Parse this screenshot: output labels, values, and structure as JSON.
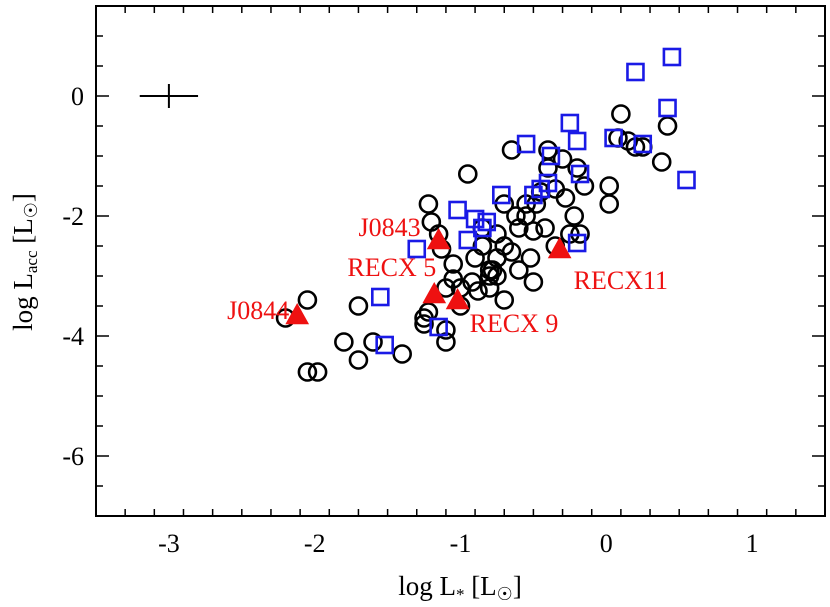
{
  "chart_data": {
    "type": "scatter",
    "title": "",
    "xlabel": {
      "main": "log L",
      "sub": "*",
      "unit": "[L",
      "sun": "☉",
      "close": "]"
    },
    "ylabel": {
      "main": "log L",
      "sub": "acc",
      "unit": "[L",
      "sun": "☉",
      "close": "]"
    },
    "xlim": [
      -3.5,
      1.5
    ],
    "ylim": [
      -7.0,
      1.5
    ],
    "xticks": [
      -3,
      -2,
      -1,
      0,
      1
    ],
    "xtick_labels": [
      "-3",
      "-2",
      "-1",
      "0",
      "1"
    ],
    "yticks": [
      0,
      -2,
      -4,
      -6
    ],
    "ytick_labels": [
      "0",
      "-2",
      "-4",
      "-6"
    ],
    "x_minor_step": 0.2,
    "y_minor_step": 0.5,
    "grid": false,
    "colors": {
      "circles": "#000000",
      "squares": "#1a1ae6",
      "triangles": "#ee1111",
      "errorbar": "#000000"
    },
    "error_bar": {
      "x": -3.0,
      "y": 0.0,
      "dx": 0.2,
      "dy": 0.2
    },
    "series": [
      {
        "marker": "circle",
        "points": [
          [
            -2.2,
            -3.7
          ],
          [
            -2.05,
            -3.4
          ],
          [
            -2.05,
            -4.6
          ],
          [
            -1.98,
            -4.6
          ],
          [
            -1.8,
            -4.1
          ],
          [
            -1.7,
            -4.4
          ],
          [
            -1.7,
            -3.5
          ],
          [
            -1.6,
            -4.1
          ],
          [
            -1.4,
            -4.3
          ],
          [
            -1.25,
            -3.8
          ],
          [
            -1.25,
            -3.7
          ],
          [
            -1.22,
            -3.6
          ],
          [
            -1.22,
            -1.8
          ],
          [
            -1.2,
            -2.1
          ],
          [
            -1.15,
            -2.3
          ],
          [
            -1.13,
            -2.55
          ],
          [
            -1.1,
            -3.2
          ],
          [
            -1.1,
            -3.9
          ],
          [
            -1.1,
            -4.1
          ],
          [
            -1.05,
            -2.8
          ],
          [
            -1.05,
            -3.05
          ],
          [
            -1.0,
            -3.2
          ],
          [
            -1.0,
            -3.5
          ],
          [
            -0.95,
            -1.3
          ],
          [
            -0.92,
            -3.1
          ],
          [
            -0.9,
            -2.7
          ],
          [
            -0.88,
            -3.25
          ],
          [
            -0.85,
            -2.2
          ],
          [
            -0.85,
            -2.5
          ],
          [
            -0.8,
            -2.9
          ],
          [
            -0.8,
            -3.0
          ],
          [
            -0.8,
            -3.2
          ],
          [
            -0.78,
            -2.9
          ],
          [
            -0.75,
            -2.3
          ],
          [
            -0.75,
            -2.7
          ],
          [
            -0.75,
            -3.0
          ],
          [
            -0.7,
            -1.8
          ],
          [
            -0.7,
            -2.5
          ],
          [
            -0.7,
            -3.4
          ],
          [
            -0.65,
            -0.9
          ],
          [
            -0.62,
            -2.0
          ],
          [
            -0.6,
            -2.2
          ],
          [
            -0.6,
            -2.9
          ],
          [
            -0.55,
            -1.8
          ],
          [
            -0.55,
            -2.0
          ],
          [
            -0.52,
            -2.7
          ],
          [
            -0.5,
            -3.1
          ],
          [
            -0.5,
            -2.25
          ],
          [
            -0.48,
            -1.8
          ],
          [
            -0.45,
            -1.6
          ],
          [
            -0.42,
            -2.2
          ],
          [
            -0.4,
            -0.9
          ],
          [
            -0.4,
            -1.2
          ],
          [
            -0.35,
            -1.55
          ],
          [
            -0.3,
            -1.05
          ],
          [
            -0.28,
            -1.7
          ],
          [
            -0.25,
            -2.3
          ],
          [
            -0.22,
            -2.0
          ],
          [
            -0.2,
            -1.2
          ],
          [
            -0.18,
            -2.3
          ],
          [
            -0.15,
            -1.5
          ],
          [
            0.02,
            -1.5
          ],
          [
            0.02,
            -1.8
          ],
          [
            0.08,
            -0.7
          ],
          [
            0.1,
            -0.3
          ],
          [
            0.15,
            -0.75
          ],
          [
            0.2,
            -0.85
          ],
          [
            0.25,
            -0.85
          ],
          [
            0.38,
            -1.1
          ],
          [
            0.42,
            -0.5
          ],
          [
            -0.35,
            -2.5
          ],
          [
            -0.65,
            -2.6
          ]
        ]
      },
      {
        "marker": "square",
        "points": [
          [
            -1.55,
            -3.35
          ],
          [
            -1.52,
            -4.15
          ],
          [
            -1.3,
            -2.55
          ],
          [
            -1.15,
            -3.85
          ],
          [
            -1.02,
            -1.9
          ],
          [
            -0.95,
            -2.4
          ],
          [
            -0.9,
            -2.05
          ],
          [
            -0.85,
            -2.2
          ],
          [
            -0.82,
            -2.1
          ],
          [
            -0.72,
            -1.65
          ],
          [
            -0.55,
            -0.8
          ],
          [
            -0.5,
            -1.65
          ],
          [
            -0.45,
            -1.55
          ],
          [
            -0.4,
            -1.45
          ],
          [
            -0.38,
            -1.0
          ],
          [
            -0.25,
            -0.45
          ],
          [
            -0.18,
            -1.3
          ],
          [
            -0.2,
            -0.75
          ],
          [
            -0.2,
            -2.45
          ],
          [
            0.05,
            -0.7
          ],
          [
            0.2,
            0.4
          ],
          [
            0.25,
            -0.8
          ],
          [
            0.42,
            -0.2
          ],
          [
            0.45,
            0.65
          ],
          [
            0.55,
            -1.4
          ]
        ]
      },
      {
        "marker": "triangle",
        "points": [
          [
            -2.12,
            -3.65
          ],
          [
            -1.15,
            -2.4
          ],
          [
            -1.18,
            -3.3
          ],
          [
            -1.02,
            -3.4
          ],
          [
            -0.32,
            -2.55
          ]
        ]
      }
    ],
    "annotations": [
      {
        "text": "J0844",
        "x": -2.12,
        "y": -3.65,
        "anchor": "end",
        "dx": -8,
        "dy": 4
      },
      {
        "text": "J0843",
        "x": -1.15,
        "y": -2.4,
        "anchor": "end",
        "dx": -18,
        "dy": -4
      },
      {
        "text": "RECX 5",
        "x": -1.18,
        "y": -3.3,
        "anchor": "end",
        "dx": 2,
        "dy": -18
      },
      {
        "text": "RECX 9",
        "x": -1.02,
        "y": -3.4,
        "anchor": "start",
        "dx": 12,
        "dy": 32
      },
      {
        "text": "RECX11",
        "x": -0.32,
        "y": -2.55,
        "anchor": "start",
        "dx": 14,
        "dy": 40
      }
    ]
  }
}
